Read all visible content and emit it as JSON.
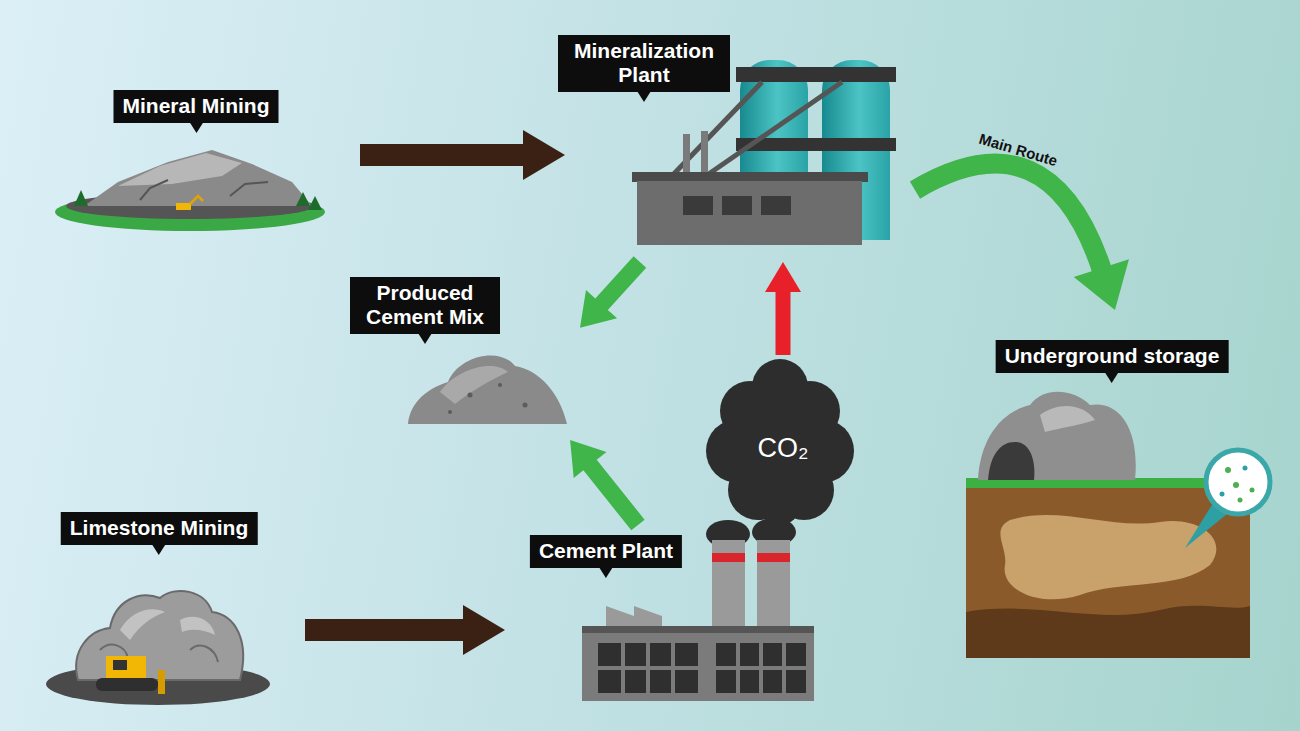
{
  "diagram": {
    "nodes": [
      {
        "text": [
          "Mineral Mining"
        ]
      },
      {
        "text": [
          "Mineralization Plant"
        ]
      },
      {
        "text": [
          "Produced Cement Mix"
        ]
      },
      {
        "text": [
          "Underground storage"
        ]
      },
      {
        "text": [
          "CO₂"
        ]
      },
      {
        "text": [
          "Limestone Mining"
        ]
      },
      {
        "text": [
          "Cement Plant"
        ]
      }
    ],
    "edges": [
      {
        "from": 0,
        "to": 1,
        "arrow": "to"
      },
      {
        "from": 1,
        "to": 2,
        "arrow": "to"
      },
      {
        "from": 1,
        "to": 3,
        "arrow": "to",
        "label": "Main Route"
      },
      {
        "from": 4,
        "to": 1,
        "arrow": "to"
      },
      {
        "from": 6,
        "to": 2,
        "arrow": "to"
      },
      {
        "from": 5,
        "to": 6,
        "arrow": "to"
      }
    ]
  }
}
